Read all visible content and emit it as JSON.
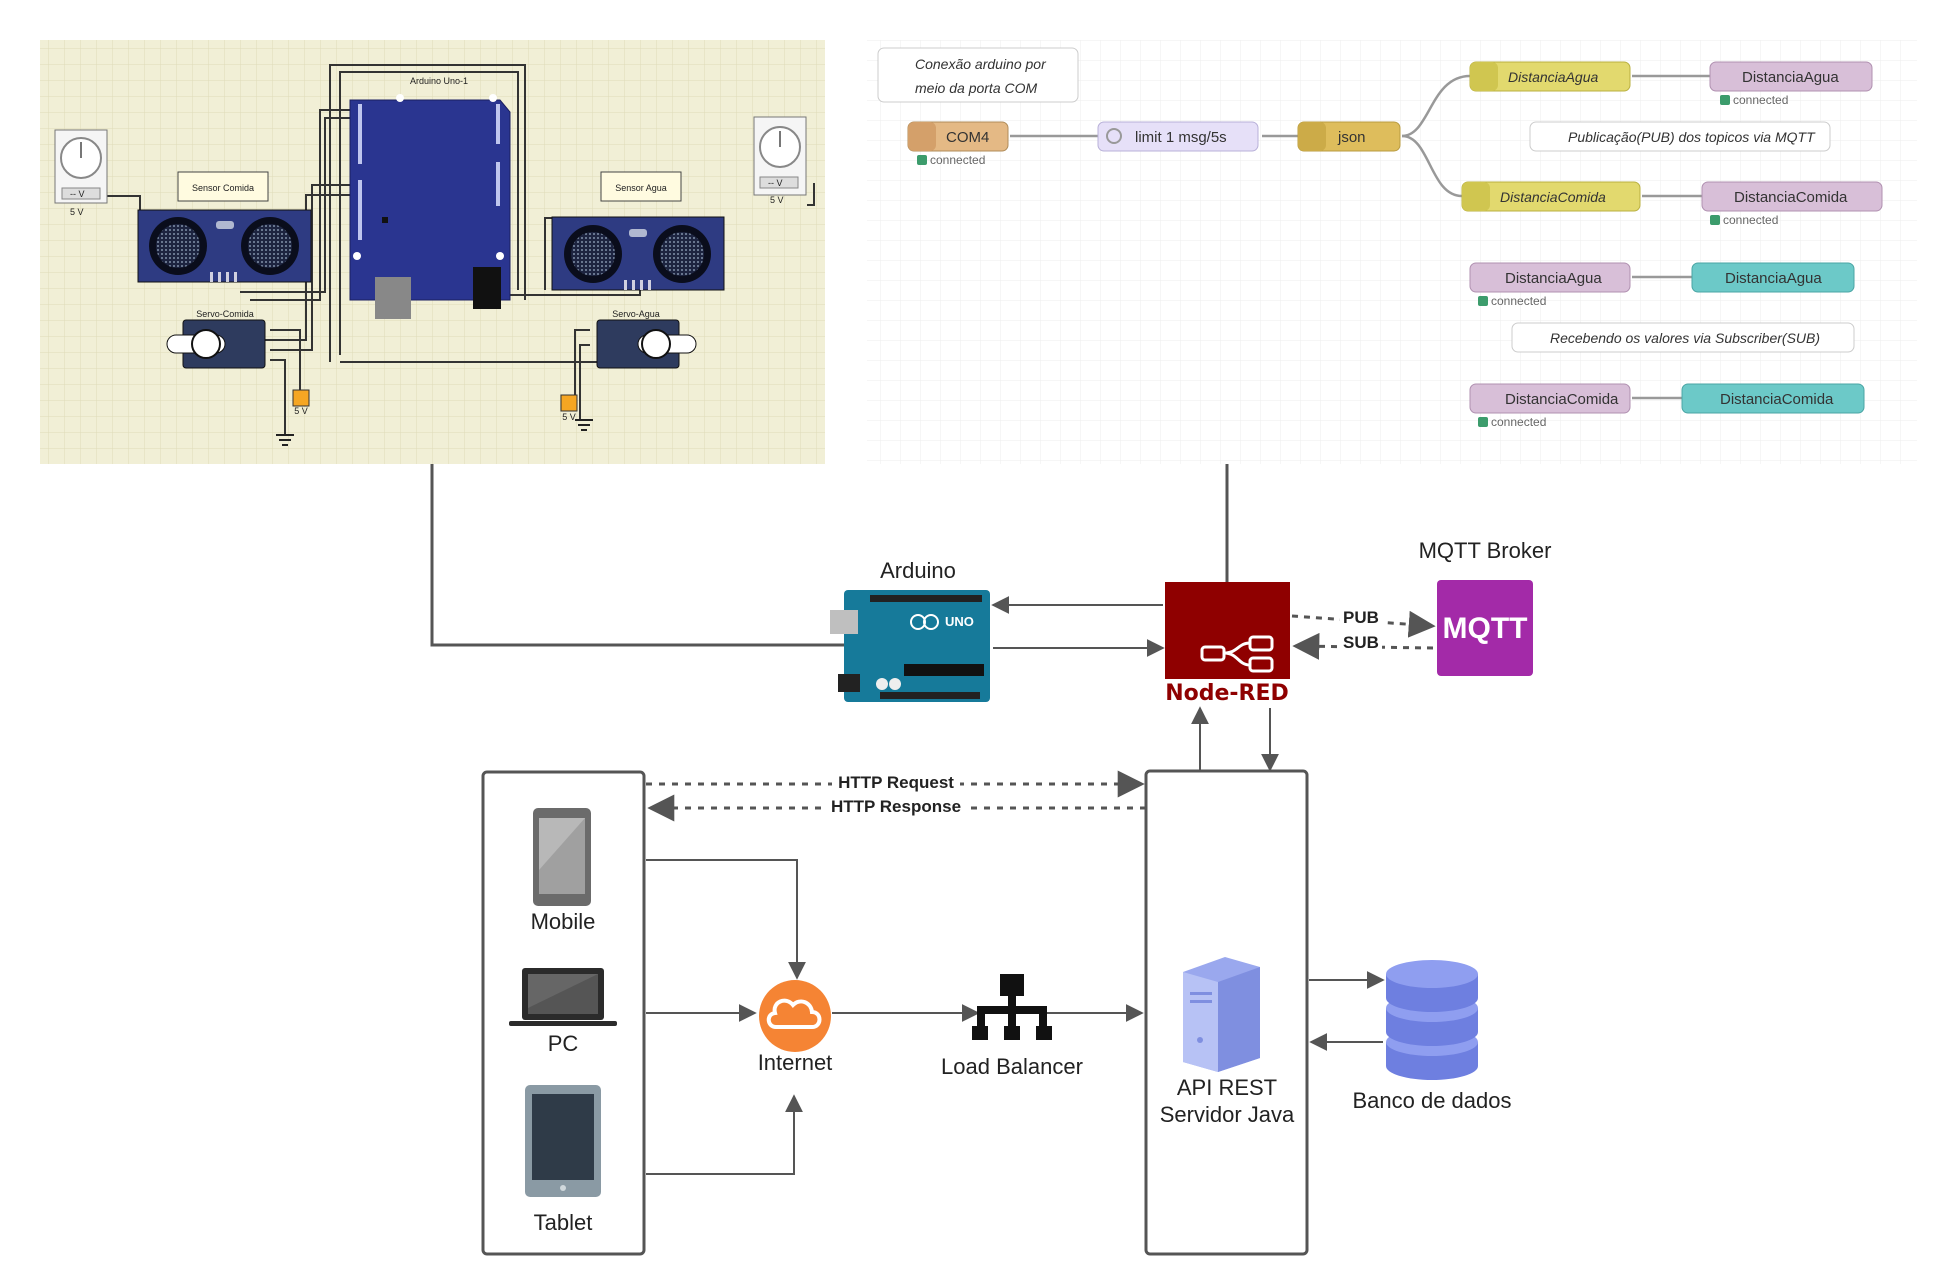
{
  "circuit": {
    "arduino_title": "Arduino Uno-1",
    "sensor_food": "Sensor Comida",
    "sensor_water": "Sensor Agua",
    "servo_food": "Servo-Comida",
    "servo_water": "Servo-Agua",
    "meter_left_value": "-- V",
    "meter_right_value": "-- V",
    "volt_5v": "5 V"
  },
  "nodered_flow": {
    "comment_serial": [
      "Conexão arduino por",
      "meio da porta COM"
    ],
    "comment_pub": "Publicação(PUB) dos topicos via MQTT",
    "comment_sub": "Recebendo os valores via Subscriber(SUB)",
    "node_com": "COM4",
    "node_limit": "limit 1 msg/5s",
    "node_json": "json",
    "switch_agua": "DistanciaAgua",
    "switch_comida": "DistanciaComida",
    "mqtt_out_agua": "DistanciaAgua",
    "mqtt_out_comida": "DistanciaComida",
    "mqtt_in_agua": "DistanciaAgua",
    "mqtt_in_comida": "DistanciaComida",
    "gauge_agua": "DistanciaAgua",
    "gauge_comida": "DistanciaComida",
    "status_connected": "connected"
  },
  "architecture": {
    "arduino_label": "Arduino",
    "nodered_label": "Node-RED",
    "mqtt_broker_label": "MQTT Broker",
    "mqtt_logo_text": "MQTT",
    "pub_label": "PUB",
    "sub_label": "SUB",
    "http_request": "HTTP Request",
    "http_response": "HTTP Response",
    "mobile_label": "Mobile",
    "pc_label": "PC",
    "tablet_label": "Tablet",
    "internet_label": "Internet",
    "load_balancer_label": "Load Balancer",
    "api_label_line1": "API REST",
    "api_label_line2": "Servidor Java",
    "database_label": "Banco de dados",
    "arduino_board_text": "UNO"
  },
  "colors": {
    "circuit_bg": "#f1efd6",
    "arduino_board": "#2a3590",
    "nodered_red": "#8f0000",
    "mqtt_purple": "#a32aa8",
    "internet_orange": "#f58434",
    "db_blue": "#6e7fe0",
    "server_blue": "#9aa8ee",
    "arduino_teal": "#167a9a"
  },
  "icons": [
    "potentiometer-icon",
    "ultrasonic-sensor-icon",
    "servo-icon",
    "ground-icon",
    "cloud-icon",
    "network-tree-icon",
    "server-icon",
    "database-icon",
    "mobile-icon",
    "laptop-icon",
    "tablet-icon",
    "node-red-logo-icon",
    "mqtt-logo-icon",
    "arduino-board-icon"
  ]
}
